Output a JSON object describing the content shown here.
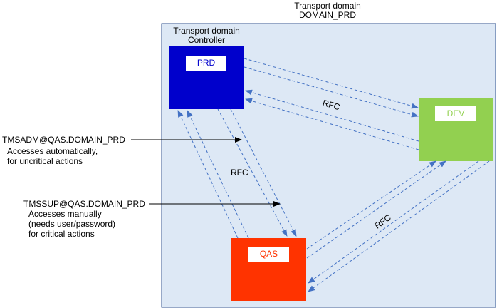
{
  "domain": {
    "title_line1": "Transport domain",
    "title_line2": "DOMAIN_PRD",
    "fill": "#dde8f5",
    "border": "#2f528f"
  },
  "controller": {
    "line1": "Transport domain",
    "line2": "Controller"
  },
  "nodes": {
    "prd": {
      "label": "PRD",
      "fill": "#0000cc",
      "text_color": "#0000cc"
    },
    "dev": {
      "label": "DEV",
      "fill": "#92d050",
      "text_color": "#92d050"
    },
    "qas": {
      "label": "QAS",
      "fill": "#ff3300",
      "text_color": "#ff3300"
    }
  },
  "rfc_labels": {
    "prd_dev": "RFC",
    "prd_qas": "RFC",
    "qas_dev": "RFC"
  },
  "users": {
    "tmsadm": {
      "name": "TMSADM@QAS.DOMAIN_PRD",
      "line1": "Accesses automatically,",
      "line2": "for uncritical actions"
    },
    "tmssup": {
      "name": "TMSSUP@QAS.DOMAIN_PRD",
      "line1": "Accesses manually",
      "line2": "(needs user/password)",
      "line3": "for critical actions"
    }
  },
  "colors": {
    "rfc_line": "#4472c4",
    "pointer_line": "#000000"
  }
}
